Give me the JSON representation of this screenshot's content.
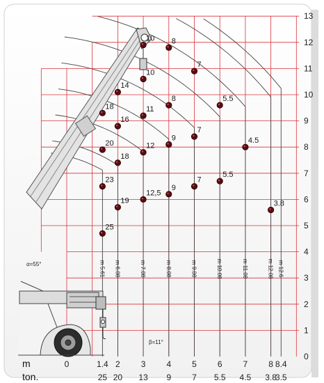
{
  "chart_data": {
    "type": "scatter",
    "title": "",
    "xlabel": "m",
    "secondary_xlabel": "ton.",
    "ylabel": "",
    "xlim": [
      -1.5,
      9.0
    ],
    "ylim": [
      0,
      13
    ],
    "grid": true,
    "x_ticks": [
      "0",
      "1.4",
      "2",
      "3",
      "4",
      "5",
      "6",
      "7",
      "8",
      "8.4"
    ],
    "x_tick_values": [
      0,
      1.4,
      2,
      3,
      4,
      5,
      6,
      7,
      8,
      8.4
    ],
    "ton_row": [
      "25",
      "20",
      "13",
      "9",
      "7",
      "5.5",
      "4.5",
      "3.8",
      "3.5"
    ],
    "ton_row_x": [
      1.4,
      2,
      3,
      4,
      5,
      6,
      7,
      8,
      8.4
    ],
    "y_ticks": [
      "0",
      "1",
      "2",
      "3",
      "4",
      "5",
      "6",
      "7",
      "8",
      "9",
      "10",
      "11",
      "12",
      "13"
    ],
    "angle_labels": [
      "α=55°",
      "β=11°"
    ],
    "boom_lengths": [
      "m 5.61",
      "m 6.08",
      "m 7.08",
      "m 8.08",
      "m 9.08",
      "m 10.08",
      "m 11.08",
      "m 12.08",
      "m 12.6"
    ],
    "points": [
      {
        "x": 1.4,
        "y": 4.7,
        "label": "25"
      },
      {
        "x": 2.0,
        "y": 5.7,
        "label": "19"
      },
      {
        "x": 1.4,
        "y": 6.5,
        "label": "23"
      },
      {
        "x": 1.4,
        "y": 7.9,
        "label": "20"
      },
      {
        "x": 2.0,
        "y": 7.4,
        "label": "18"
      },
      {
        "x": 1.4,
        "y": 9.3,
        "label": "18"
      },
      {
        "x": 2.0,
        "y": 8.8,
        "label": "16"
      },
      {
        "x": 2.0,
        "y": 10.1,
        "label": "14"
      },
      {
        "x": 3.0,
        "y": 6.0,
        "label": "12,5"
      },
      {
        "x": 3.0,
        "y": 7.8,
        "label": "12"
      },
      {
        "x": 3.0,
        "y": 9.2,
        "label": "11"
      },
      {
        "x": 3.0,
        "y": 10.6,
        "label": "10"
      },
      {
        "x": 3.0,
        "y": 11.9,
        "label": "10"
      },
      {
        "x": 4.0,
        "y": 6.2,
        "label": "9"
      },
      {
        "x": 4.0,
        "y": 8.1,
        "label": "9"
      },
      {
        "x": 4.0,
        "y": 9.6,
        "label": "8"
      },
      {
        "x": 4.0,
        "y": 11.8,
        "label": "8"
      },
      {
        "x": 5.0,
        "y": 6.5,
        "label": "7"
      },
      {
        "x": 5.0,
        "y": 8.4,
        "label": "7"
      },
      {
        "x": 5.0,
        "y": 10.9,
        "label": "7"
      },
      {
        "x": 6.0,
        "y": 6.7,
        "label": "5.5"
      },
      {
        "x": 6.0,
        "y": 9.6,
        "label": "5.5"
      },
      {
        "x": 7.0,
        "y": 8.0,
        "label": "4.5"
      },
      {
        "x": 8.0,
        "y": 5.6,
        "label": "3.8"
      }
    ]
  }
}
